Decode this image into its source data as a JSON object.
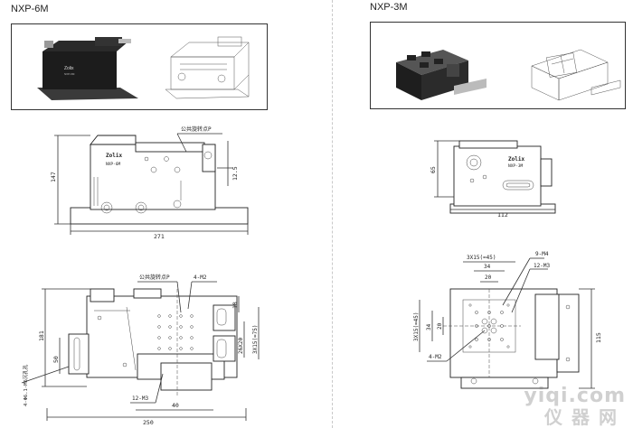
{
  "left": {
    "title": "NXP-6M",
    "brand": "Zolix",
    "model": "NXP-6M",
    "label_pivot": "公共旋转点P",
    "label_pivot_plan": "公共旋转点P",
    "dims_front": {
      "height": "147",
      "width": "271",
      "offset": "12.5"
    },
    "dims_plan": {
      "depth": "181",
      "d50": "50",
      "d18": "18",
      "h26": "26X2θ",
      "grid": "3X15(=75)",
      "m2": "4-M2",
      "m3": "12-M3",
      "w40": "40",
      "w250": "250",
      "slot": "4-Φ6.1-M6沉孔孔"
    }
  },
  "right": {
    "title": "NXP-3M",
    "brand": "Zolix",
    "model": "NXP-3M",
    "dims_front": {
      "height": "65",
      "width": "112"
    },
    "dims_plan": {
      "top": "3X15(=45)",
      "w34": "34",
      "w20": "20",
      "m4": "9-M4",
      "m3": "12-M3",
      "v45": "3X15(=45)",
      "v34": "34",
      "v20": "20",
      "m2": "4-M2",
      "h115": "115"
    }
  },
  "watermark": {
    "line1": "yiqi.com",
    "line2": "仪器网"
  }
}
